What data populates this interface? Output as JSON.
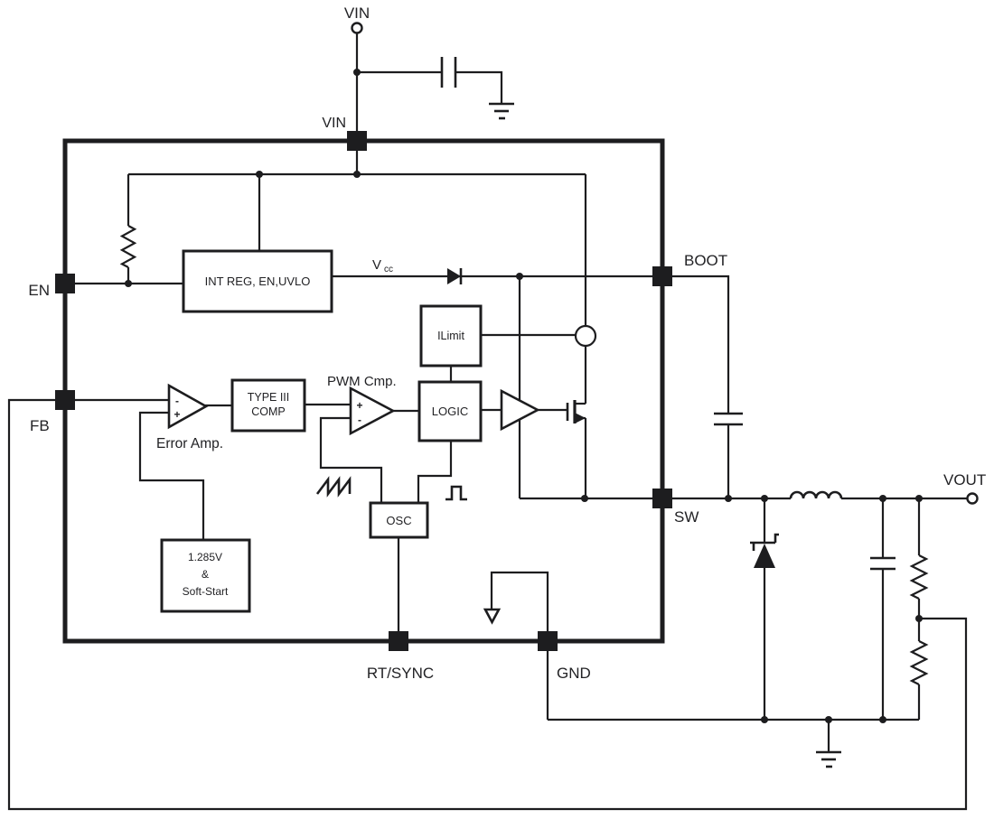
{
  "colors": {
    "ink": "#1d1d1f",
    "background": "#ffffff"
  },
  "terminals": {
    "vin": "VIN",
    "vout": "VOUT"
  },
  "ic": {
    "pins": {
      "vin": "VIN",
      "en": "EN",
      "fb": "FB",
      "boot": "BOOT",
      "sw": "SW",
      "rt_sync": "RT/SYNC",
      "gnd": "GND"
    },
    "blocks": {
      "int_reg": "INT REG, EN,UVLO",
      "type3": {
        "line1": "TYPE III",
        "line2": "COMP"
      },
      "ilimit": "ILimit",
      "logic": "LOGIC",
      "osc": "OSC",
      "reference": {
        "line1": "1.285V",
        "line2": "&",
        "line3": "Soft-Start"
      }
    },
    "labels": {
      "vcc_base": "V",
      "vcc_sub": "cc",
      "pwm_comparator": "PWM Cmp.",
      "error_amp": "Error Amp.",
      "error_minus": "-",
      "error_plus": "+",
      "pwm_plus": "+",
      "pwm_minus": "-"
    }
  }
}
